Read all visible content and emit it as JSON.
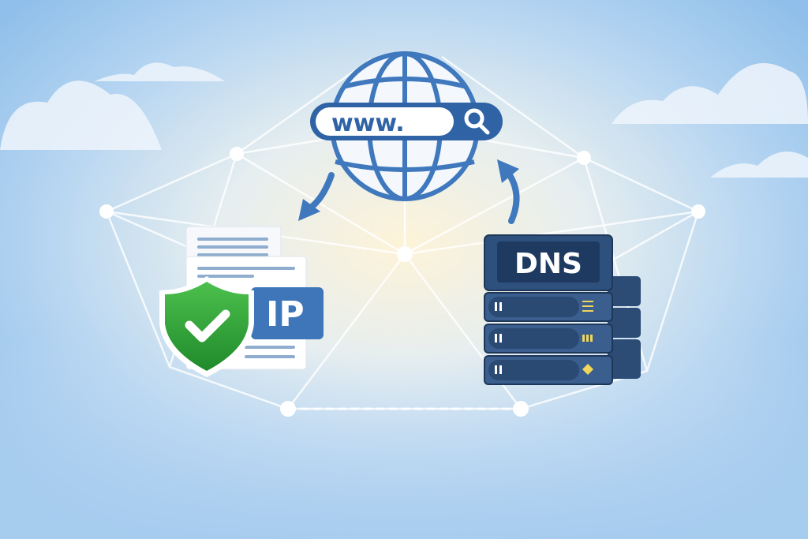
{
  "search_bar": {
    "text": "www.",
    "icon": "search-icon"
  },
  "ip_document": {
    "label": "IP",
    "icon": "shield-check-icon"
  },
  "dns_server": {
    "label": "DNS",
    "icon": "server-rack-icon"
  },
  "globe": {
    "icon": "globe-icon"
  },
  "colors": {
    "sky": "#9cc6ee",
    "glow": "#fbefcf",
    "globe_blue": "#3f78bd",
    "server_navy": "#2c4b75",
    "shield_green": "#2e9e37",
    "indicator_yellow": "#f1d65a"
  }
}
